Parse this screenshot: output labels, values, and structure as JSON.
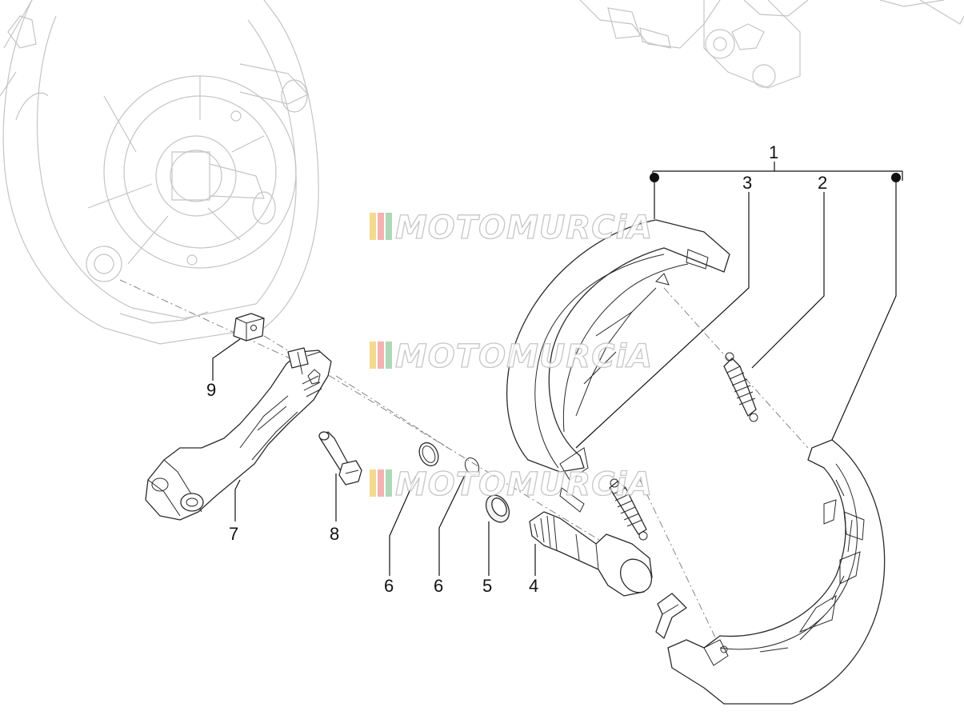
{
  "callouts": [
    {
      "id": "1",
      "label": "1"
    },
    {
      "id": "2",
      "label": "2"
    },
    {
      "id": "3",
      "label": "3"
    },
    {
      "id": "4",
      "label": "4"
    },
    {
      "id": "5",
      "label": "5"
    },
    {
      "id": "6a",
      "label": "6"
    },
    {
      "id": "6b",
      "label": "6"
    },
    {
      "id": "7",
      "label": "7"
    },
    {
      "id": "8",
      "label": "8"
    },
    {
      "id": "9",
      "label": "9"
    }
  ],
  "watermark": {
    "text": "MOTOMURCiA",
    "stripe_colors": [
      "#f3d27a",
      "#f5a3a3",
      "#9fd1a8"
    ],
    "count": 3
  },
  "colors": {
    "line": "#2a2a2a",
    "ghost": "#c4c4c4",
    "background": "#ffffff"
  }
}
